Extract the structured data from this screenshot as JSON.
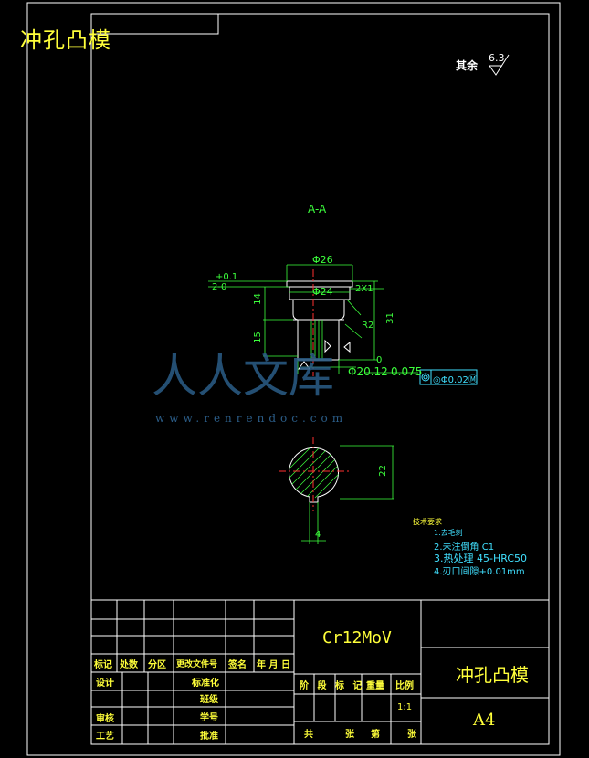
{
  "page": {
    "title": "冲孔凸模"
  },
  "roughness": {
    "prefix": "其余",
    "value": "6.3"
  },
  "section_label": "A-A",
  "dimensions": {
    "top_diameter": "Φ26",
    "inner_diameter": "Φ24",
    "tol_upper": "+0.1",
    "tol_lower": "2-0",
    "h14": "14",
    "h15": "15",
    "h31": "31",
    "chamfer": "2X1",
    "radius": "R2",
    "zero": "0",
    "tip_diameter": "Φ20.12",
    "tip_tol": "0.075",
    "coaxial": "◎Φ0.02Ⓜ",
    "section_height": "22",
    "section_width": "4"
  },
  "watermark": {
    "brand": "人人文库",
    "url": "www.renrendoc.com"
  },
  "tech_requirements": {
    "heading": "技术要求",
    "items": [
      "1.去毛刺",
      "2.未注倒角 C1",
      "3.热处理 45-HRC50",
      "4.刃口间隙+0.01mm"
    ]
  },
  "title_block": {
    "material": "Cr12MoV",
    "part_name": "冲孔凸模",
    "size": "A4",
    "row_labels": [
      "标记",
      "处数",
      "分区",
      "更改文件号",
      "签名",
      "年 月 日"
    ],
    "design": "设计",
    "standardize": "标准化",
    "checked": "审核",
    "approved_by": "审核",
    "process": "工艺",
    "approve": "批准",
    "student_no": "学号",
    "class": "班级",
    "stage_headers": [
      "阶 段 标 记",
      "重量",
      "比例"
    ],
    "scale": "1:1",
    "sheet": [
      "共",
      "张",
      "第",
      "张"
    ]
  }
}
